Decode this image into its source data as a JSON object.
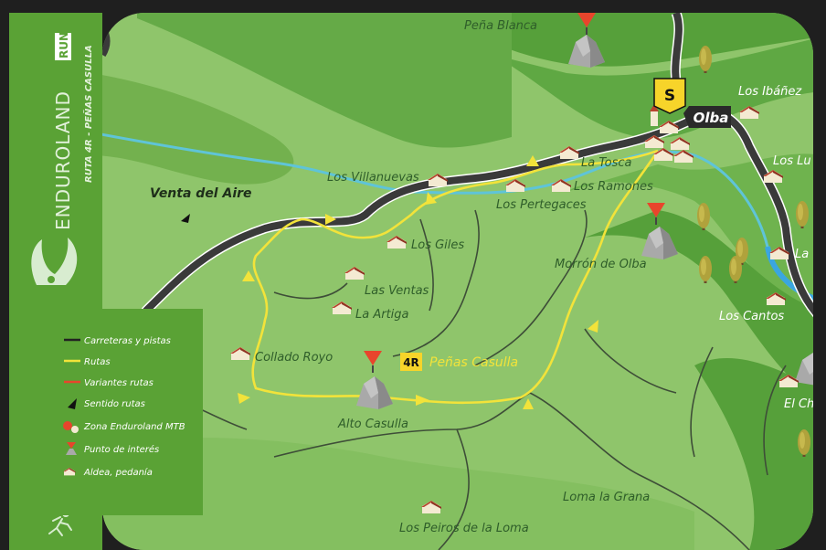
{
  "brand": {
    "name": "ENDUROLAND",
    "badge": "RUN",
    "subtitle": "RUTA 4R - PEÑAS CASULLA"
  },
  "colors": {
    "frame": "#1f1f1f",
    "sidebar": "#5aa235",
    "terrain_light": "#8fc56b",
    "terrain_mid": "#73b14e",
    "forest": "#56a03a",
    "road": "#3a3a3a",
    "route": "#f2e33a",
    "river": "#5fc4d8",
    "poi_marker": "#e8452c",
    "start_badge": "#f7d42a"
  },
  "route": {
    "code": "4R",
    "name": "Peñas Casulla"
  },
  "town": {
    "name": "Olba",
    "start_marker": "S"
  },
  "labels": {
    "pena_blanca": "Peña Blanca",
    "los_ibanez": "Los Ibáñez",
    "los_lu": "Los Lu",
    "la": "La",
    "la_tosca": "La Tosca",
    "los_ramones": "Los Ramones",
    "los_pertegaces": "Los Pertegaces",
    "los_villanuevas": "Los Villanuevas",
    "venta_del_aire": "Venta del Aire",
    "los_giles": "Los Giles",
    "las_ventas": "Las Ventas",
    "la_artiga": "La Artiga",
    "collado_royo": "Collado Royo",
    "alto_casulla": "Alto Casulla",
    "morron_de_olba": "Morrón de Olba",
    "los_cantos": "Los Cantos",
    "el_ch": "El Ch",
    "loma_la_grana": "Loma la Grana",
    "los_peiros": "Los Peiros de la Loma"
  },
  "legend": [
    {
      "icon": "road-line-icon",
      "label": "Carreteras y pistas"
    },
    {
      "icon": "route-line-icon",
      "label": "Rutas"
    },
    {
      "icon": "variant-line-icon",
      "label": "Variantes rutas"
    },
    {
      "icon": "direction-arrow-icon",
      "label": "Sentido rutas"
    },
    {
      "icon": "mtb-zone-icon",
      "label": "Zona Enduroland MTB"
    },
    {
      "icon": "poi-icon",
      "label": "Punto de interés"
    },
    {
      "icon": "village-icon",
      "label": "Aldea, pedanía"
    }
  ]
}
